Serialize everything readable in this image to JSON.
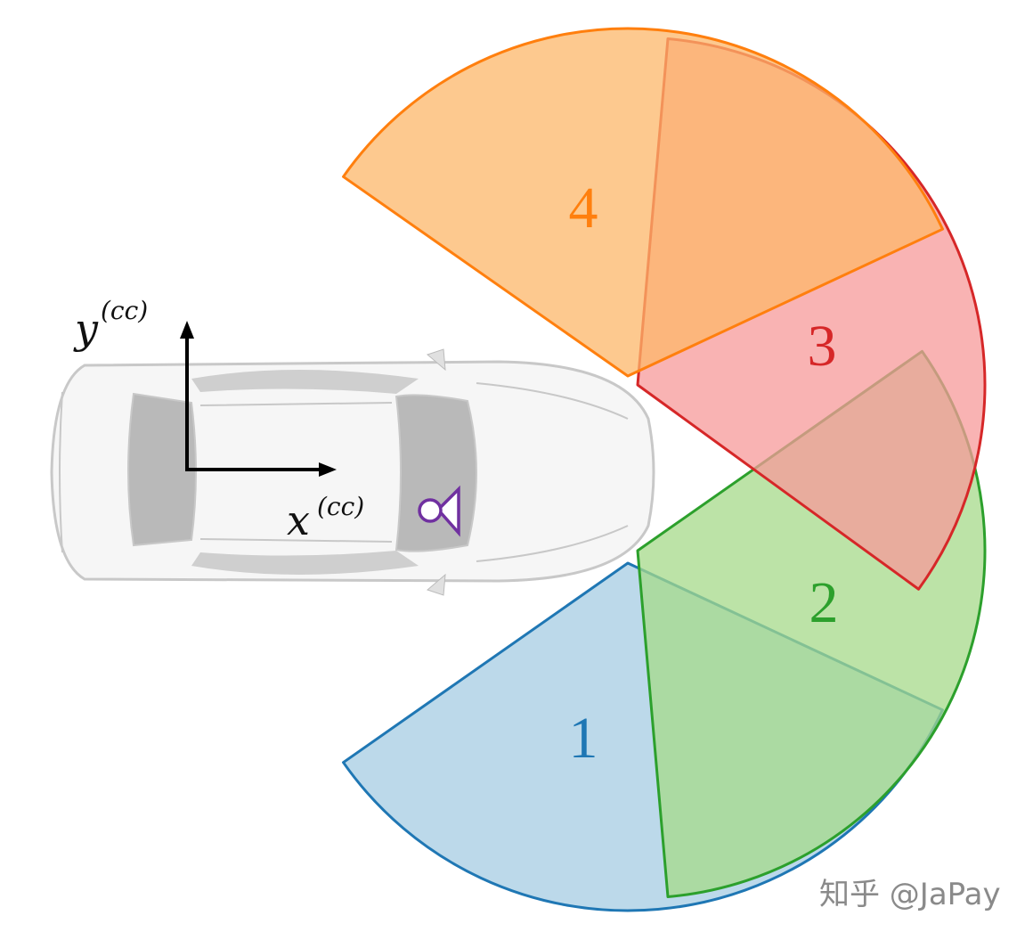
{
  "sectors": [
    {
      "label": "1",
      "color": "#1f77b4",
      "fill": "#a6cce3"
    },
    {
      "label": "2",
      "color": "#2ca02c",
      "fill": "#a6d98a"
    },
    {
      "label": "3",
      "color": "#d62728",
      "fill": "#f79a9a"
    },
    {
      "label": "4",
      "color": "#ff7f0e",
      "fill": "#fcb76a"
    }
  ],
  "axes": {
    "x_label": "x",
    "x_superscript": "(cc)",
    "y_label": "y",
    "y_superscript": "(cc)"
  },
  "camera": {
    "icon": "camera-icon",
    "color": "#7030a0"
  },
  "watermark": "知乎 @JaPay"
}
